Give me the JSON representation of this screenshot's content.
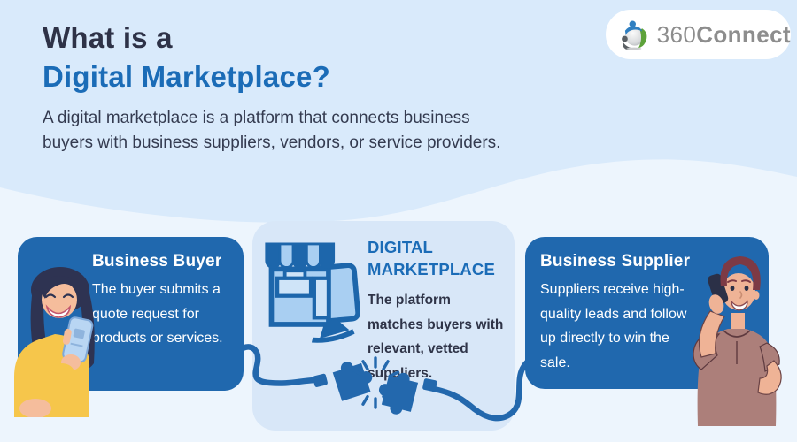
{
  "header": {
    "title_line1": "What is a",
    "title_line2": "Digital Marketplace?",
    "subtitle": "A digital marketplace is a platform that connects business buyers with business suppliers, vendors, or service providers."
  },
  "logo": {
    "number": "360",
    "word": "Connect"
  },
  "cards": {
    "buyer": {
      "title": "Business Buyer",
      "body": "The buyer submits a quote request for products or services."
    },
    "marketplace": {
      "title": "DIGITAL MARKETPLACE",
      "body": "The platform matches buyers with relevant, vetted suppliers."
    },
    "supplier": {
      "title": "Business Supplier",
      "body": "Suppliers receive high-quality leads and follow up directly to win the sale."
    }
  },
  "icons": {
    "logo": "360connect-globe-logo",
    "marketplace": "storefront-and-monitor-icon",
    "connector": "cord-with-puzzle-pieces",
    "buyer_illustration": "woman-holding-phone",
    "supplier_illustration": "man-talking-on-phone"
  },
  "colors": {
    "background_top": "#d9eafb",
    "background_bottom": "#edf5fd",
    "card_blue": "#2068ae",
    "accent_blue": "#1b6cb7",
    "dark_text": "#2e3247",
    "center_card": "#d8e7f8",
    "cord_blue": "#2368ad",
    "icon_dark_blue": "#1d66ab",
    "icon_light_blue": "#a9cff2",
    "sweater_yellow": "#f6c64b",
    "shirt_mauve": "#ac7f7a",
    "logo_gray": "#8d8d8d"
  }
}
